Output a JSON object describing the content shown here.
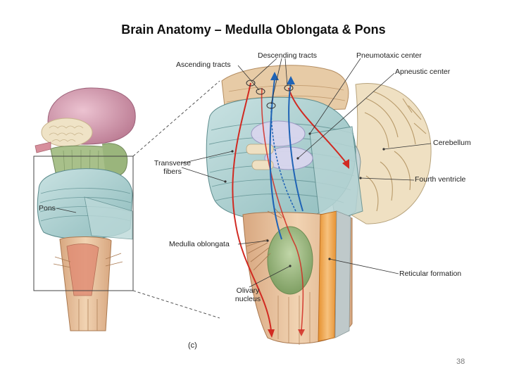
{
  "slide": {
    "title": "Brain Anatomy – Medulla Oblongata & Pons",
    "page_number": "38"
  },
  "figure": {
    "panel_letter": "(c)",
    "labels": {
      "descending_tracts": "Descending tracts",
      "pneumotaxic_center": "Pneumotaxic center",
      "ascending_tracts": "Ascending tracts",
      "apneustic_center": "Apneustic center",
      "cerebellum": "Cerebellum",
      "transverse_fibers_1": "Transverse",
      "transverse_fibers_2": "fibers",
      "fourth_ventricle": "Fourth ventricle",
      "pons": "Pons",
      "medulla_oblongata": "Medulla oblongata",
      "reticular_formation": "Reticular formation",
      "olivary_nucleus_1": "Olivary",
      "olivary_nucleus_2": "nucleus"
    },
    "colors": {
      "pons": "#a9cfd0",
      "cerebellum": "#efe0c2",
      "cerebrum": "#d7a0b4",
      "midbrain": "#a8c08a",
      "olive": "#9dbb82",
      "reticular": "#f0a24e",
      "ascending_tract": "#1f63b5",
      "descending_tract": "#d12a22",
      "spinal_cord": "#e9c7a1"
    }
  }
}
